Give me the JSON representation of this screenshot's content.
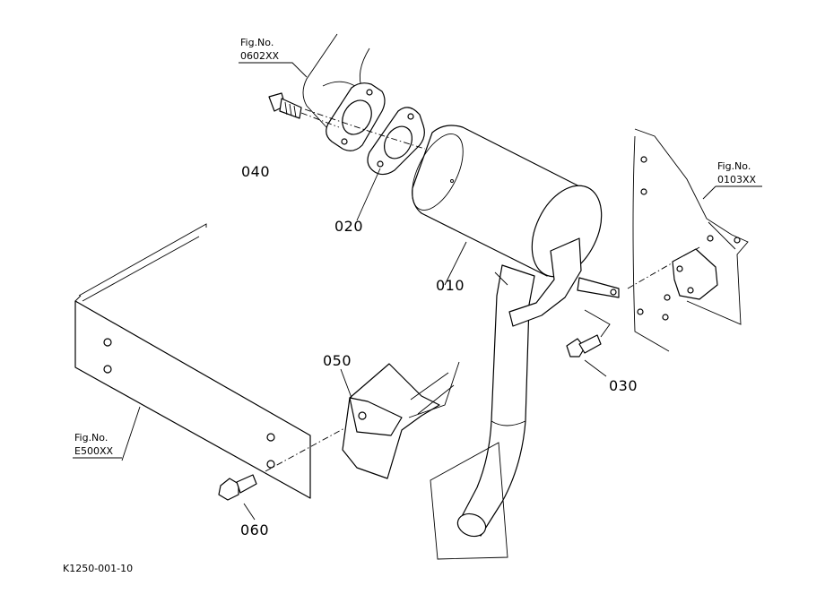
{
  "callouts": {
    "p010": "010",
    "p020": "020",
    "p030": "030",
    "p040": "040",
    "p050": "050",
    "p060": "060"
  },
  "figure_refs": {
    "ref_0602": {
      "label": "Fig.No.",
      "code": "0602XX"
    },
    "ref_0103": {
      "label": "Fig.No.",
      "code": "0103XX"
    },
    "ref_e500": {
      "label": "Fig.No.",
      "code": "E500XX"
    }
  },
  "document_id": "K1250-001-10"
}
